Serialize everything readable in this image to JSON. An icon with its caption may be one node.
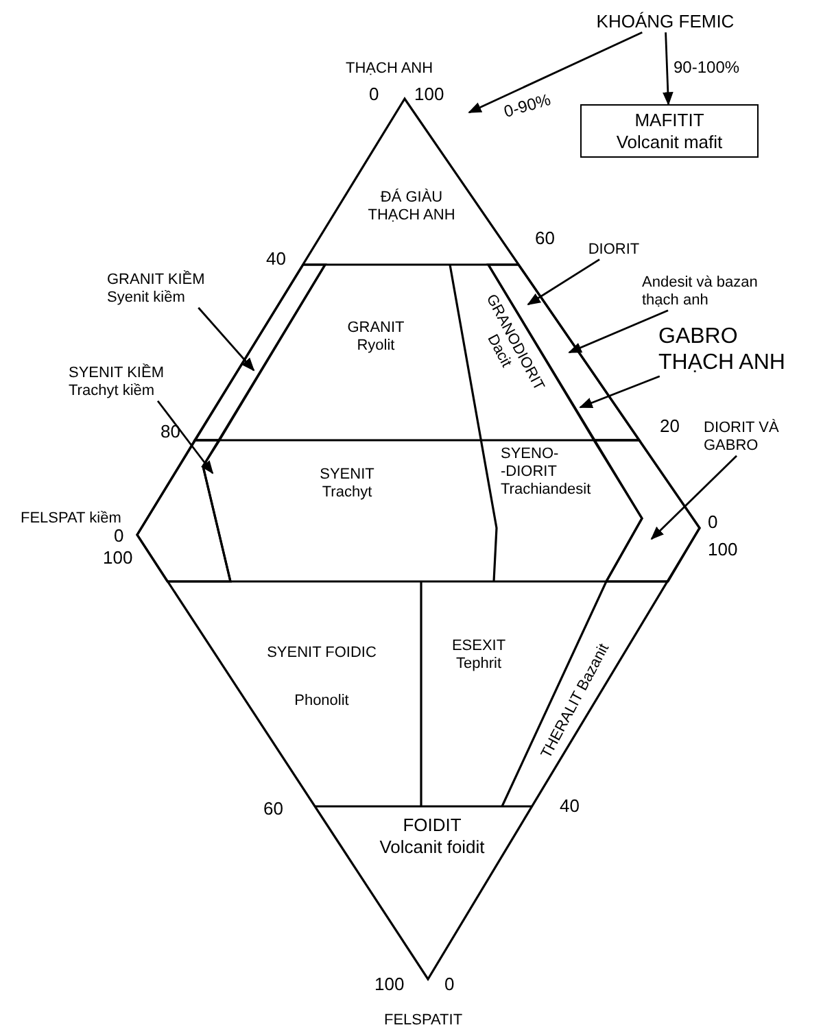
{
  "diagram": {
    "nodes": [
      {
        "text": [
          "KHOÁNG FEMIC"
        ]
      },
      {
        "text": [
          "MAFITIT",
          "Volcanit mafit"
        ]
      },
      {
        "text": [
          "ĐÁ GIÀU THẠCH ANH"
        ]
      },
      {
        "text": [
          "DIORIT"
        ]
      },
      {
        "text": [
          "Andesit và bazan thạch anh"
        ]
      },
      {
        "text": [
          "GRANIT KIỀM",
          "Syenit kiềm"
        ]
      },
      {
        "text": [
          "GRANIT",
          "Ryolit"
        ]
      },
      {
        "text": [
          "GRANODIORIT",
          "Dacit"
        ]
      },
      {
        "text": [
          "GABRO THẠCH ANH"
        ]
      },
      {
        "text": [
          "SYENIT KIỀM",
          "Trachyt kiềm"
        ]
      },
      {
        "text": [
          "SYENIT",
          "Trachyt"
        ]
      },
      {
        "text": [
          "SYENO- -DIORIT",
          "Trachiandesit"
        ]
      },
      {
        "text": [
          "DIORIT VÀ GABRO"
        ]
      },
      {
        "text": [
          "SYENIT FOIDIC",
          "Phonolit"
        ]
      },
      {
        "text": [
          "ESEXIT",
          "Tephrit"
        ]
      },
      {
        "text": [
          "THERALIT Bazanit"
        ]
      },
      {
        "text": [
          "FOIDIT",
          "Volcanit foidit"
        ]
      },
      {
        "text": [],
        "shape": "box"
      },
      {
        "text": [],
        "shape": "box"
      },
      {
        "text": [],
        "shape": "box"
      },
      {
        "text": [],
        "shape": "box"
      }
    ],
    "edges": [
      {
        "from": 0,
        "to": null,
        "arrow": "to",
        "label": "0-90%"
      },
      {
        "from": 0,
        "to": 1,
        "arrow": "to",
        "label": "90-100%"
      },
      {
        "from": 5,
        "to": 17,
        "arrow": "to"
      },
      {
        "from": 9,
        "to": 19,
        "arrow": "to"
      },
      {
        "from": 3,
        "to": 18,
        "arrow": "to"
      },
      {
        "from": 4,
        "to": 18,
        "arrow": "to"
      },
      {
        "from": 8,
        "to": 18,
        "arrow": "to"
      },
      {
        "from": 12,
        "to": 20,
        "arrow": "to"
      }
    ],
    "labels": [
      "THẠCH ANH",
      "0",
      "100",
      "60",
      "40",
      "80",
      "20",
      "FELSPAT kiềm",
      "0",
      "100",
      "0",
      "100",
      "60",
      "40",
      "100",
      "0",
      "FELSPATIT"
    ]
  }
}
